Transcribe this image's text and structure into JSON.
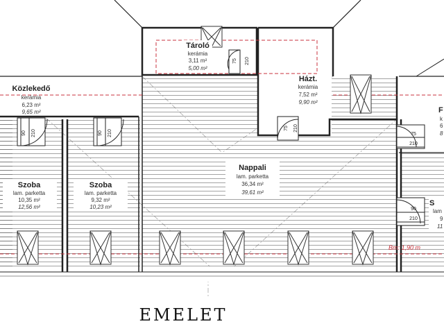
{
  "title": "EMELET",
  "rooms": [
    {
      "id": "tarolo",
      "name": "Tároló",
      "floor": "kerámia",
      "area1": "3,11 m²",
      "area2": "5,00 m²"
    },
    {
      "id": "kozlekedo",
      "name": "Közlekedő",
      "floor": "kerámia",
      "area1": "6,23 m²",
      "area2": "9,65 m²"
    },
    {
      "id": "haztart",
      "name": "Házt.",
      "floor": "kerámia",
      "area1": "7,52 m²",
      "area2": "9,90 m²"
    },
    {
      "id": "szoba1",
      "name": "Szoba",
      "floor": "lam. parketta",
      "area1": "10,35 m²",
      "area2": "12,56 m²"
    },
    {
      "id": "szoba2",
      "name": "Szoba",
      "floor": "lam. parketta",
      "area1": "9,32 m²",
      "area2": "10,23 m²"
    },
    {
      "id": "nappali",
      "name": "Nappali",
      "floor": "lam. parketta",
      "area1": "36,34 m²",
      "area2": "39,61 m²"
    },
    {
      "id": "right1",
      "name": "F",
      "floor": "k",
      "area1": "6",
      "area2": "8"
    },
    {
      "id": "right2",
      "name": "S",
      "floor": "lam",
      "area1": "9",
      "area2": "11"
    }
  ],
  "doors": [
    {
      "id": "door-tarolo",
      "w": "75",
      "h": "210"
    },
    {
      "id": "door-haztart",
      "w": "75",
      "h": "210"
    },
    {
      "id": "door-szoba1",
      "w": "90",
      "h": "210"
    },
    {
      "id": "door-szoba2",
      "w": "90",
      "h": "210"
    },
    {
      "id": "door-right1",
      "w": "75",
      "h": "210"
    },
    {
      "id": "door-right2",
      "w": "90",
      "h": "210"
    }
  ],
  "height_line_label": "Bm: 1,90 m",
  "colors": {
    "wall": "#222222",
    "hatch": "#555555",
    "red_dash": "#c8323c",
    "guide": "#9a9a9a"
  }
}
